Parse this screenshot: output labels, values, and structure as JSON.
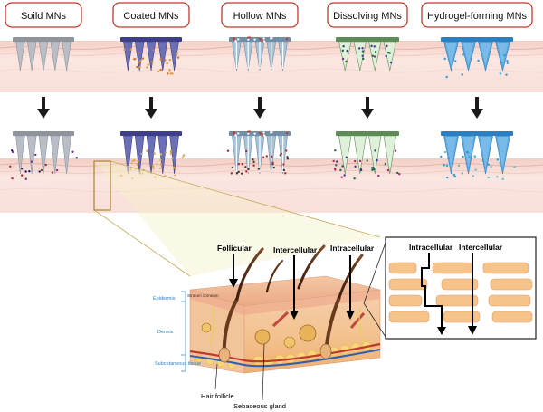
{
  "microneedle_types": [
    {
      "label": "Soild MNs",
      "color": "#b9bec6",
      "dark": "#8e949c",
      "drug": "none"
    },
    {
      "label": "Coated MNs",
      "color": "#6b6fb5",
      "dark": "#3e3f86",
      "drug": "coated"
    },
    {
      "label": "Hollow MNs",
      "color": "#a7c3d8",
      "dark": "#6f8fa8",
      "drug": "hollow"
    },
    {
      "label": "Dissolving MNs",
      "color": "#d7ecd2",
      "dark": "#5d8b57",
      "drug": "dissolving"
    },
    {
      "label": "Hydrogel-forming MNs",
      "color": "#5aa8e0",
      "dark": "#2f7fc0",
      "drug": "hydrogel"
    }
  ],
  "pathways": {
    "follicular": "Follicular",
    "intercellular": "Intercellular",
    "intracellular": "Intracellular"
  },
  "inset": {
    "intracellular": "Intracellular",
    "intercellular": "Intercellular"
  },
  "skin_layers": {
    "stratum_corneum": "Stratum corneum",
    "epidermis": "Epidermis",
    "dermis": "Dermis",
    "subcutaneous": "Subcutaneous tissue"
  },
  "captions": {
    "hair_follicle": "Hair follicle",
    "sebaceous_gland": "Sebaceous gland"
  },
  "colors": {
    "label_border": "#c0392b",
    "skin_top": "#f7d9d2",
    "skin_body": "#fbe8e4",
    "arrow": "#1a1a1a",
    "zoom_box": "#b08a3a"
  }
}
